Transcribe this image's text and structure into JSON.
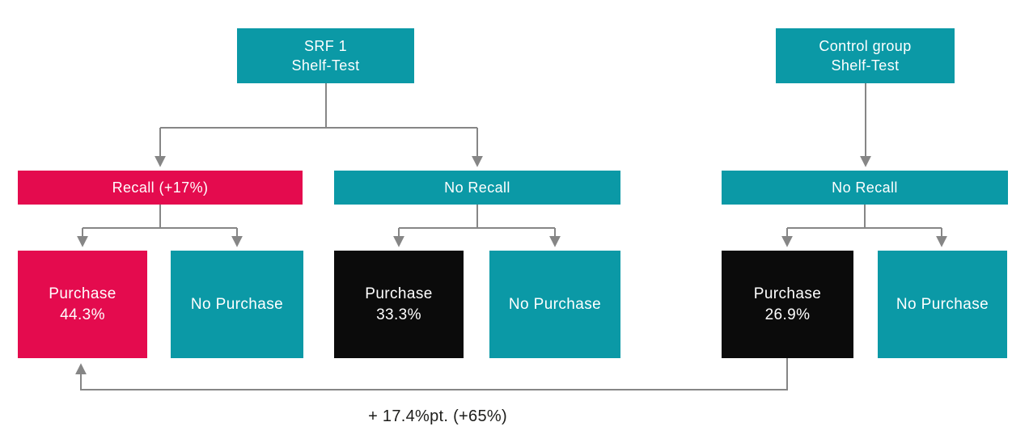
{
  "palette": {
    "teal": "#0b99a6",
    "pink": "#e40b4e",
    "black": "#0b0b0b",
    "arrow": "#868686",
    "text_light": "#ffffff",
    "text_dark": "#1d1d1b",
    "background": "#ffffff"
  },
  "nodes": {
    "srf1": {
      "line1": "SRF 1",
      "line2": "Shelf-Test",
      "color": "teal"
    },
    "control": {
      "line1": "Control group",
      "line2": "Shelf-Test",
      "color": "teal"
    },
    "recall": {
      "label": "Recall (+17%)",
      "color": "pink"
    },
    "no_recall_srf": {
      "label": "No Recall",
      "color": "teal"
    },
    "no_recall_control": {
      "label": "No Recall",
      "color": "teal"
    },
    "purchase_recall": {
      "line1": "Purchase",
      "line2": "44.3%",
      "color": "pink"
    },
    "no_purchase_recall": {
      "label": "No Purchase",
      "color": "teal"
    },
    "purchase_no_recall": {
      "line1": "Purchase",
      "line2": "33.3%",
      "color": "black"
    },
    "no_purchase_no_recall": {
      "label": "No Purchase",
      "color": "teal"
    },
    "purchase_control": {
      "line1": "Purchase",
      "line2": "26.9%",
      "color": "black"
    },
    "no_purchase_control": {
      "label": "No Purchase",
      "color": "teal"
    }
  },
  "annotation": {
    "label": "+ 17.4%pt. (+65%)"
  }
}
